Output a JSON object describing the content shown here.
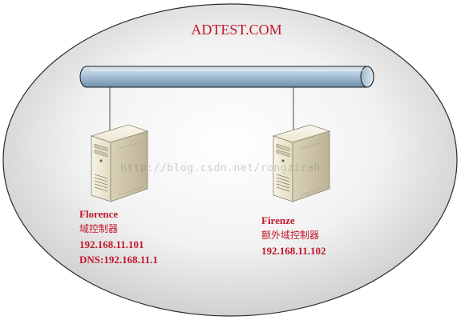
{
  "diagram": {
    "domain_name": "ADTEST.COM",
    "colors": {
      "label_red": "#c0182b",
      "ellipse_fill_center": "#ffffff",
      "ellipse_fill_edge": "#cfcfcf",
      "bus_fill": "#a9c3d9",
      "bus_stroke": "#1a1a1a",
      "server_body": "#efe9d6"
    },
    "nodes": [
      {
        "name": "Florence",
        "role": "域控制器",
        "ip": "192.168.11.101",
        "dns": "DNS:192.168.11.1",
        "icon": "server-tower-icon"
      },
      {
        "name": "Firenze",
        "role": "额外域控制器",
        "ip": "192.168.11.102",
        "icon": "server-tower-icon"
      }
    ],
    "watermark": "http://blog.csdn.net/rongzirah"
  }
}
